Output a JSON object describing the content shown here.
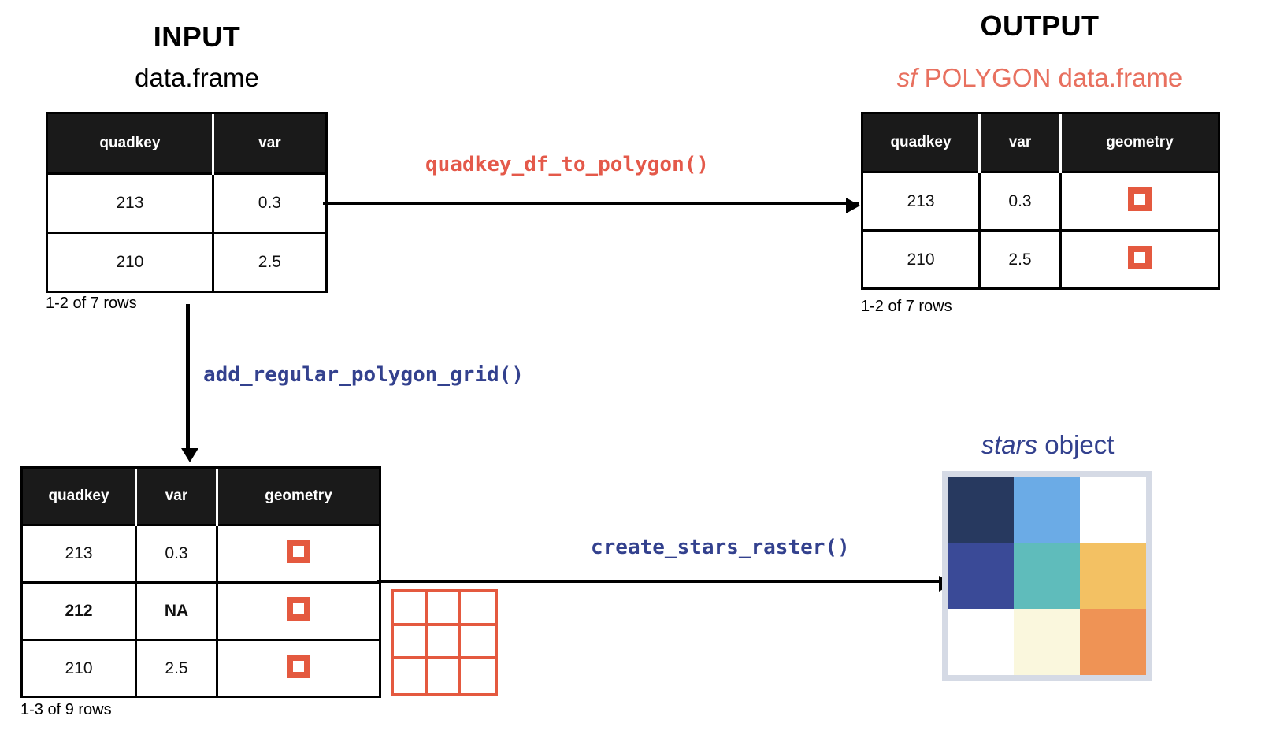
{
  "colors": {
    "salmon": "#e4594a",
    "polygon_orange": "#e4593f",
    "navy": "#33418e",
    "header_black": "#1a1a1a",
    "raster_frame": "#d5dae5"
  },
  "input_section": {
    "heading": "INPUT",
    "subheading": "data.frame",
    "table": {
      "columns": [
        "quadkey",
        "var"
      ],
      "rows": [
        {
          "quadkey": "213",
          "var": "0.3",
          "bold": false
        },
        {
          "quadkey": "210",
          "var": "2.5",
          "bold": false
        }
      ]
    },
    "row_count": "1-2 of 7 rows"
  },
  "output_section": {
    "heading": "OUTPUT",
    "subheading_italic": "sf",
    "subheading_rest": " POLYGON data.frame",
    "table": {
      "columns": [
        "quadkey",
        "var",
        "geometry"
      ],
      "rows": [
        {
          "quadkey": "213",
          "var": "0.3",
          "geometry": "polygon-square-icon",
          "bold": false
        },
        {
          "quadkey": "210",
          "var": "2.5",
          "geometry": "polygon-square-icon",
          "bold": false
        }
      ]
    },
    "row_count": "1-2 of 7 rows"
  },
  "grid_section": {
    "table": {
      "columns": [
        "quadkey",
        "var",
        "geometry"
      ],
      "rows": [
        {
          "quadkey": "213",
          "var": "0.3",
          "geometry": "polygon-square-icon",
          "bold": false
        },
        {
          "quadkey": "212",
          "var": "NA",
          "geometry": "polygon-square-icon",
          "bold": true
        },
        {
          "quadkey": "210",
          "var": "2.5",
          "geometry": "polygon-square-icon",
          "bold": false
        }
      ]
    },
    "row_count": "1-3 of 9 rows",
    "polygon_grid_icon": "three-by-three-grid-icon"
  },
  "stars_section": {
    "heading_italic": "stars",
    "heading_rest": " object",
    "raster": {
      "rows": 3,
      "cols": 3,
      "cells": [
        "#27395f",
        "#6babe6",
        "#ffffff",
        "#3a4a97",
        "#5fbcbb",
        "#f3c163",
        "#ffffff",
        "#faf7dd",
        "#ef9355"
      ]
    }
  },
  "functions": {
    "quadkey_df_to_polygon": "quadkey_df_to_polygon()",
    "add_regular_polygon_grid": "add_regular_polygon_grid()",
    "create_stars_raster": "create_stars_raster()"
  }
}
